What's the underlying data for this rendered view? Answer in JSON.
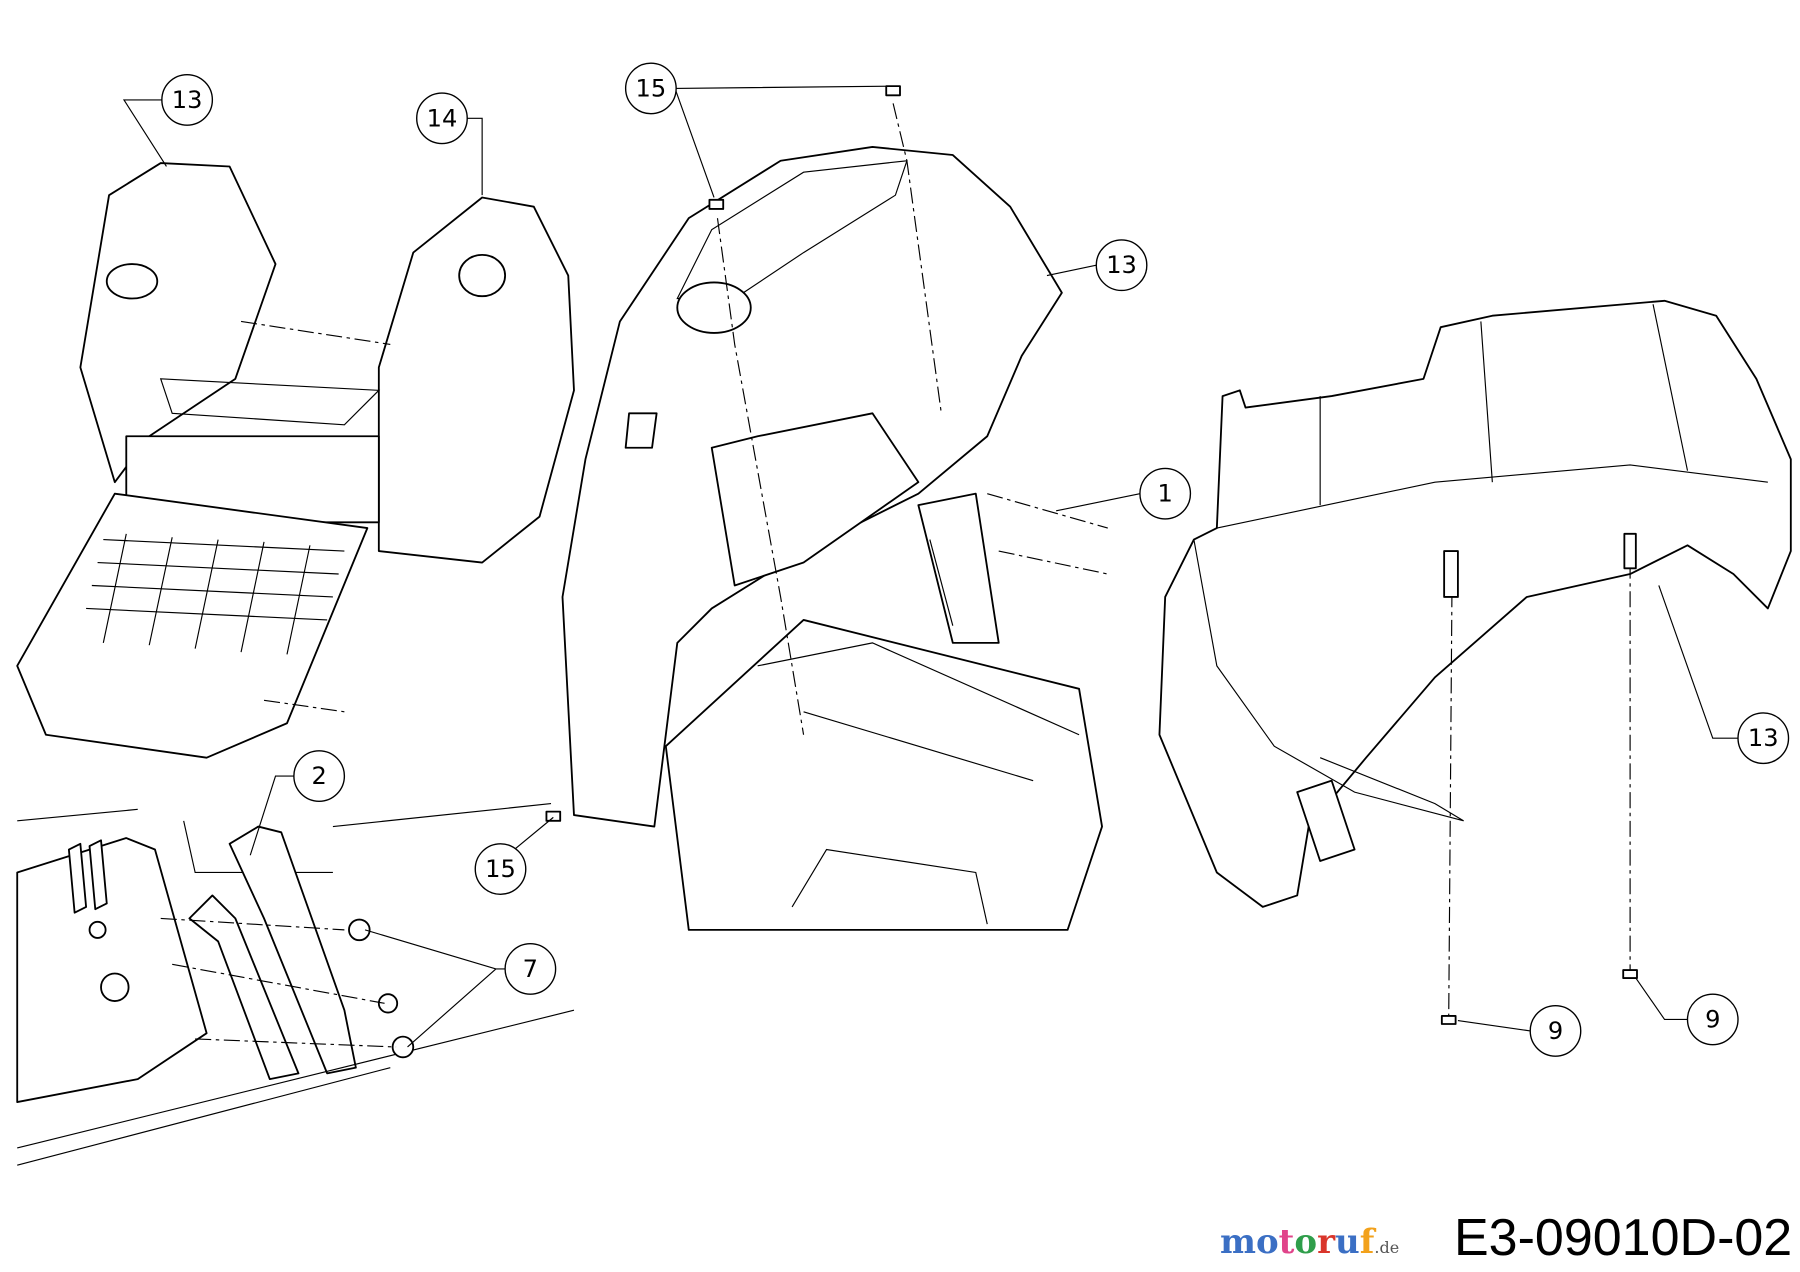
{
  "diagram": {
    "drawing_code": "E3-09010D-02",
    "watermark": {
      "text": "motoruf",
      "suffix": ".de",
      "colors": [
        "#3b6fc4",
        "#3b6fc4",
        "#e0448a",
        "#2f9e4b",
        "#d9352b",
        "#3b6fc4",
        "#f2a11b"
      ]
    },
    "callouts": [
      {
        "id": "c13a",
        "label": "13"
      },
      {
        "id": "c14",
        "label": "14"
      },
      {
        "id": "c15a",
        "label": "15"
      },
      {
        "id": "c13b",
        "label": "13"
      },
      {
        "id": "c1",
        "label": "1"
      },
      {
        "id": "c13c",
        "label": "13"
      },
      {
        "id": "c2",
        "label": "2"
      },
      {
        "id": "c15b",
        "label": "15"
      },
      {
        "id": "c7",
        "label": "7"
      },
      {
        "id": "c9a",
        "label": "9"
      },
      {
        "id": "c9b",
        "label": "9"
      }
    ]
  }
}
